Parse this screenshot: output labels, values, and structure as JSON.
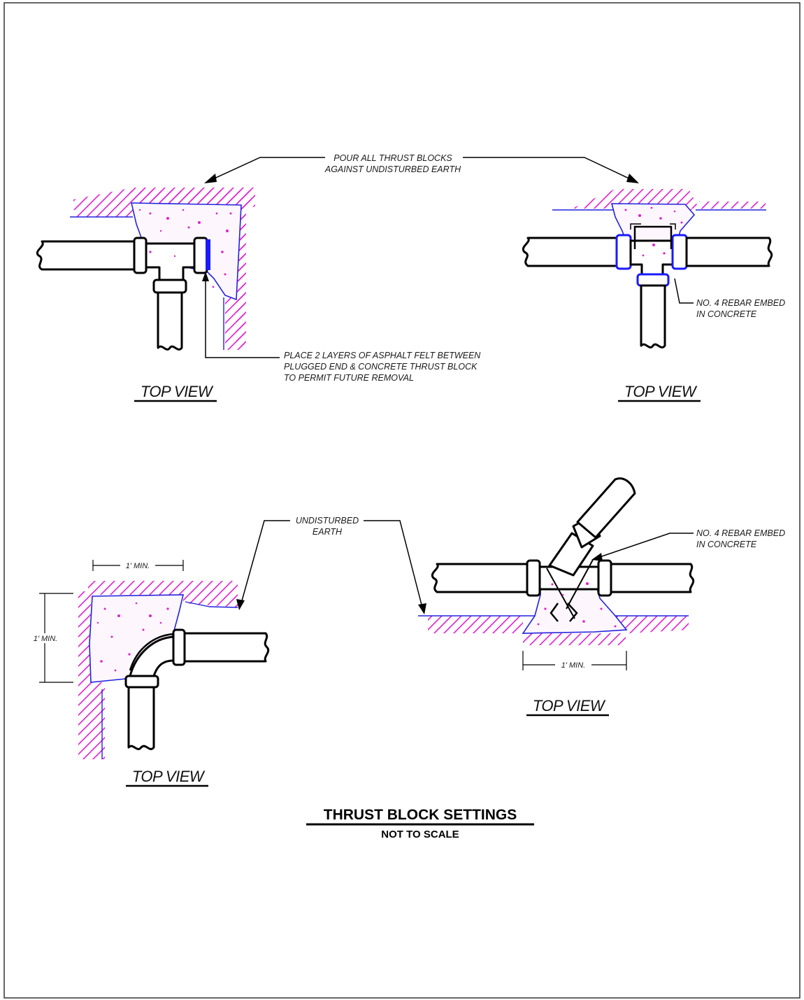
{
  "colors": {
    "border": "#333333",
    "hatch": "#e020d0",
    "earth_line": "#2222dd",
    "concrete_speck": "#e020d0",
    "pipe": "#000000"
  },
  "notes": {
    "pour_line1": "POUR ALL THRUST BLOCKS",
    "pour_line2": "AGAINST UNDISTURBED EARTH",
    "felt_line1": "PLACE 2 LAYERS OF ASPHALT FELT BETWEEN",
    "felt_line2": "PLUGGED END & CONCRETE THRUST BLOCK",
    "felt_line3": "TO PERMIT FUTURE REMOVAL",
    "rebar1_line1": "NO. 4 REBAR EMBED",
    "rebar1_line2": "IN CONCRETE",
    "rebar2_line1": "NO. 4 REBAR EMBED",
    "rebar2_line2": "IN CONCRETE",
    "earth_line1": "UNDISTURBED",
    "earth_line2": "EARTH"
  },
  "dims": {
    "elbow_width": "1' MIN.",
    "elbow_height": "1' MIN.",
    "wye_width": "1' MIN."
  },
  "views": {
    "tee_plug": "TOP VIEW",
    "tee": "TOP VIEW",
    "elbow": "TOP VIEW",
    "wye": "TOP VIEW"
  },
  "title": {
    "main": "THRUST BLOCK SETTINGS",
    "sub": "NOT TO SCALE"
  }
}
